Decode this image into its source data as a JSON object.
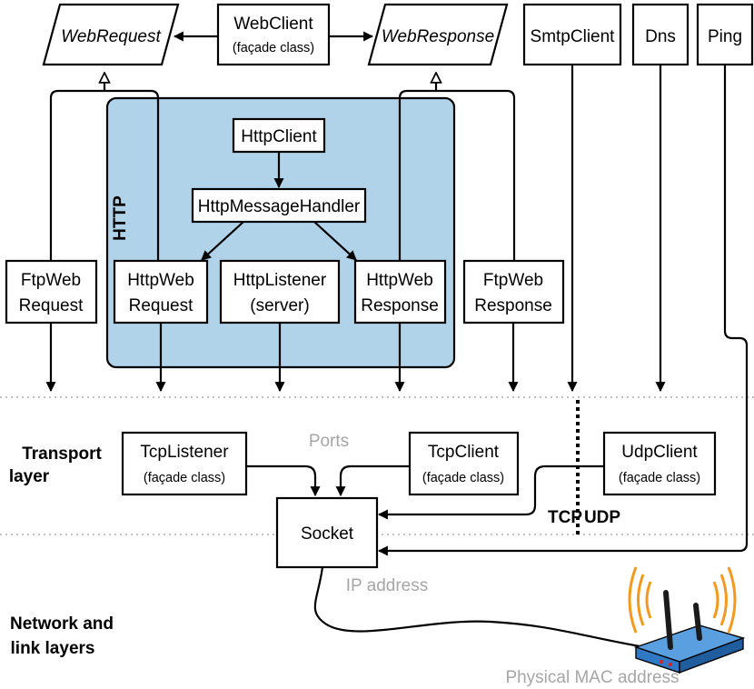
{
  "nodes": {
    "webrequest": "WebRequest",
    "webclient": "WebClient",
    "webclient_sub": "(façade class)",
    "webresponse": "WebResponse",
    "smtpclient": "SmtpClient",
    "dns": "Dns",
    "ping": "Ping",
    "httpclient": "HttpClient",
    "httpmessagehandler": "HttpMessageHandler",
    "http_region": "HTTP",
    "ftpwebrequest_1": "FtpWeb",
    "ftpwebrequest_2": "Request",
    "httpwebrequest_1": "HttpWeb",
    "httpwebrequest_2": "Request",
    "httplistener_1": "HttpListener",
    "httplistener_2": "(server)",
    "httpwebresponse_1": "HttpWeb",
    "httpwebresponse_2": "Response",
    "ftpwebresponse_1": "FtpWeb",
    "ftpwebresponse_2": "Response",
    "tcplistener": "TcpListener",
    "tcplistener_sub": "(façade class)",
    "tcpclient": "TcpClient",
    "tcpclient_sub": "(façade class)",
    "udpclient": "UdpClient",
    "udpclient_sub": "(façade class)",
    "socket": "Socket"
  },
  "labels": {
    "ports": "Ports",
    "ip_address": "IP address",
    "mac_address": "Physical MAC address",
    "tcp": "TCP",
    "udp": "UDP",
    "transport_1": "Transport",
    "transport_2": "layer",
    "network_1": "Network and",
    "network_2": "link layers"
  },
  "colors": {
    "http_region_fill": "#b1d3ea",
    "router_body": "#2f78c4",
    "signal_waves": "#f39a1e",
    "muted_text": "#a6a6a6"
  }
}
